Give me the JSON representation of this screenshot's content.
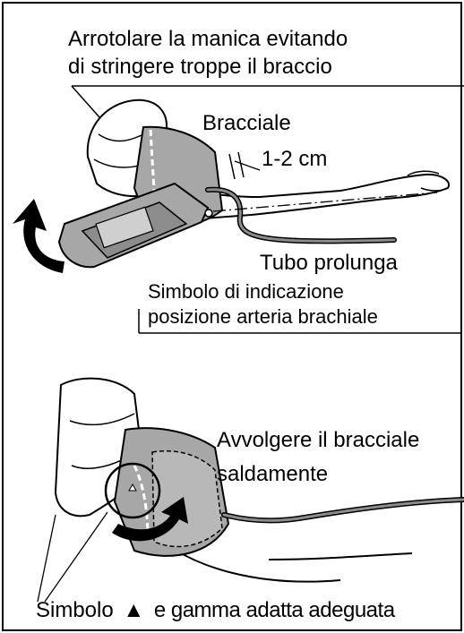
{
  "panel_top": {
    "instruction_line1": "Arrotolare la manica evitando",
    "instruction_line2": "di stringere troppe il braccio",
    "cuff_label": "Bracciale",
    "gap_label": "1-2 cm",
    "tube_label": "Tubo prolunga",
    "artery_label_line1": "Simbolo di indicazione",
    "artery_label_line2": "posizione arteria brachiale"
  },
  "panel_bottom": {
    "instruction_line1": "Avvolgere il bracciale",
    "instruction_line2": "saldamente",
    "range_label_prefix": "Simbolo",
    "range_symbol": "▲",
    "range_label_suffix": "e gamma adatta adeguata"
  },
  "colors": {
    "cuff_gray": "#a7a7a7",
    "cuff_dark": "#8c8c8c",
    "outline": "#000000",
    "background": "#ffffff"
  }
}
